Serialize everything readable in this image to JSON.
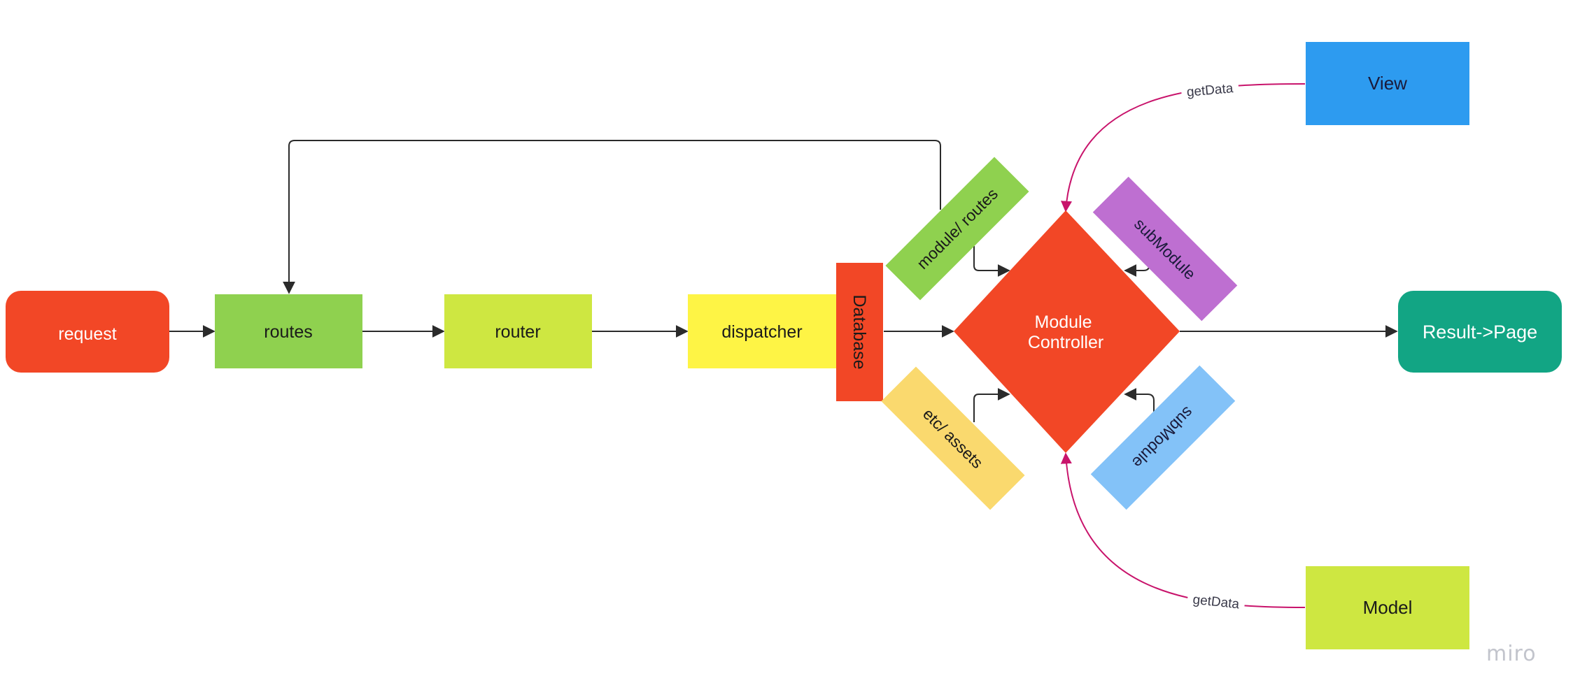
{
  "nodes": {
    "request": {
      "label": "request",
      "color": "#f24726"
    },
    "routes": {
      "label": "routes",
      "color": "#8fd14f"
    },
    "router": {
      "label": "router",
      "color": "#cee741"
    },
    "dispatcher": {
      "label": "dispatcher",
      "color": "#fef445"
    },
    "database": {
      "label": "Database",
      "color": "#f24726"
    },
    "module_controller": {
      "line1": "Module",
      "line2": "Controller",
      "color": "#f24726"
    },
    "result_page": {
      "label": "Result->Page",
      "color": "#12a584"
    },
    "view": {
      "label": "View",
      "color": "#2d9bf0"
    },
    "model": {
      "label": "Model",
      "color": "#cee741"
    },
    "module_routes": {
      "label": "module/ routes",
      "color": "#8fd14f"
    },
    "submodule_top": {
      "label": "subModule",
      "color": "#be6fd1"
    },
    "etc_assets": {
      "label": "etc/ assets",
      "color": "#fad96e"
    },
    "submodule_bottom": {
      "label": "subModule",
      "color": "#83c2f8"
    }
  },
  "edges": {
    "view_get_data": "getData",
    "model_get_data": "getData",
    "magenta_color": "#c8136b",
    "dark_color": "#2b2b2b"
  },
  "watermark": "miro"
}
